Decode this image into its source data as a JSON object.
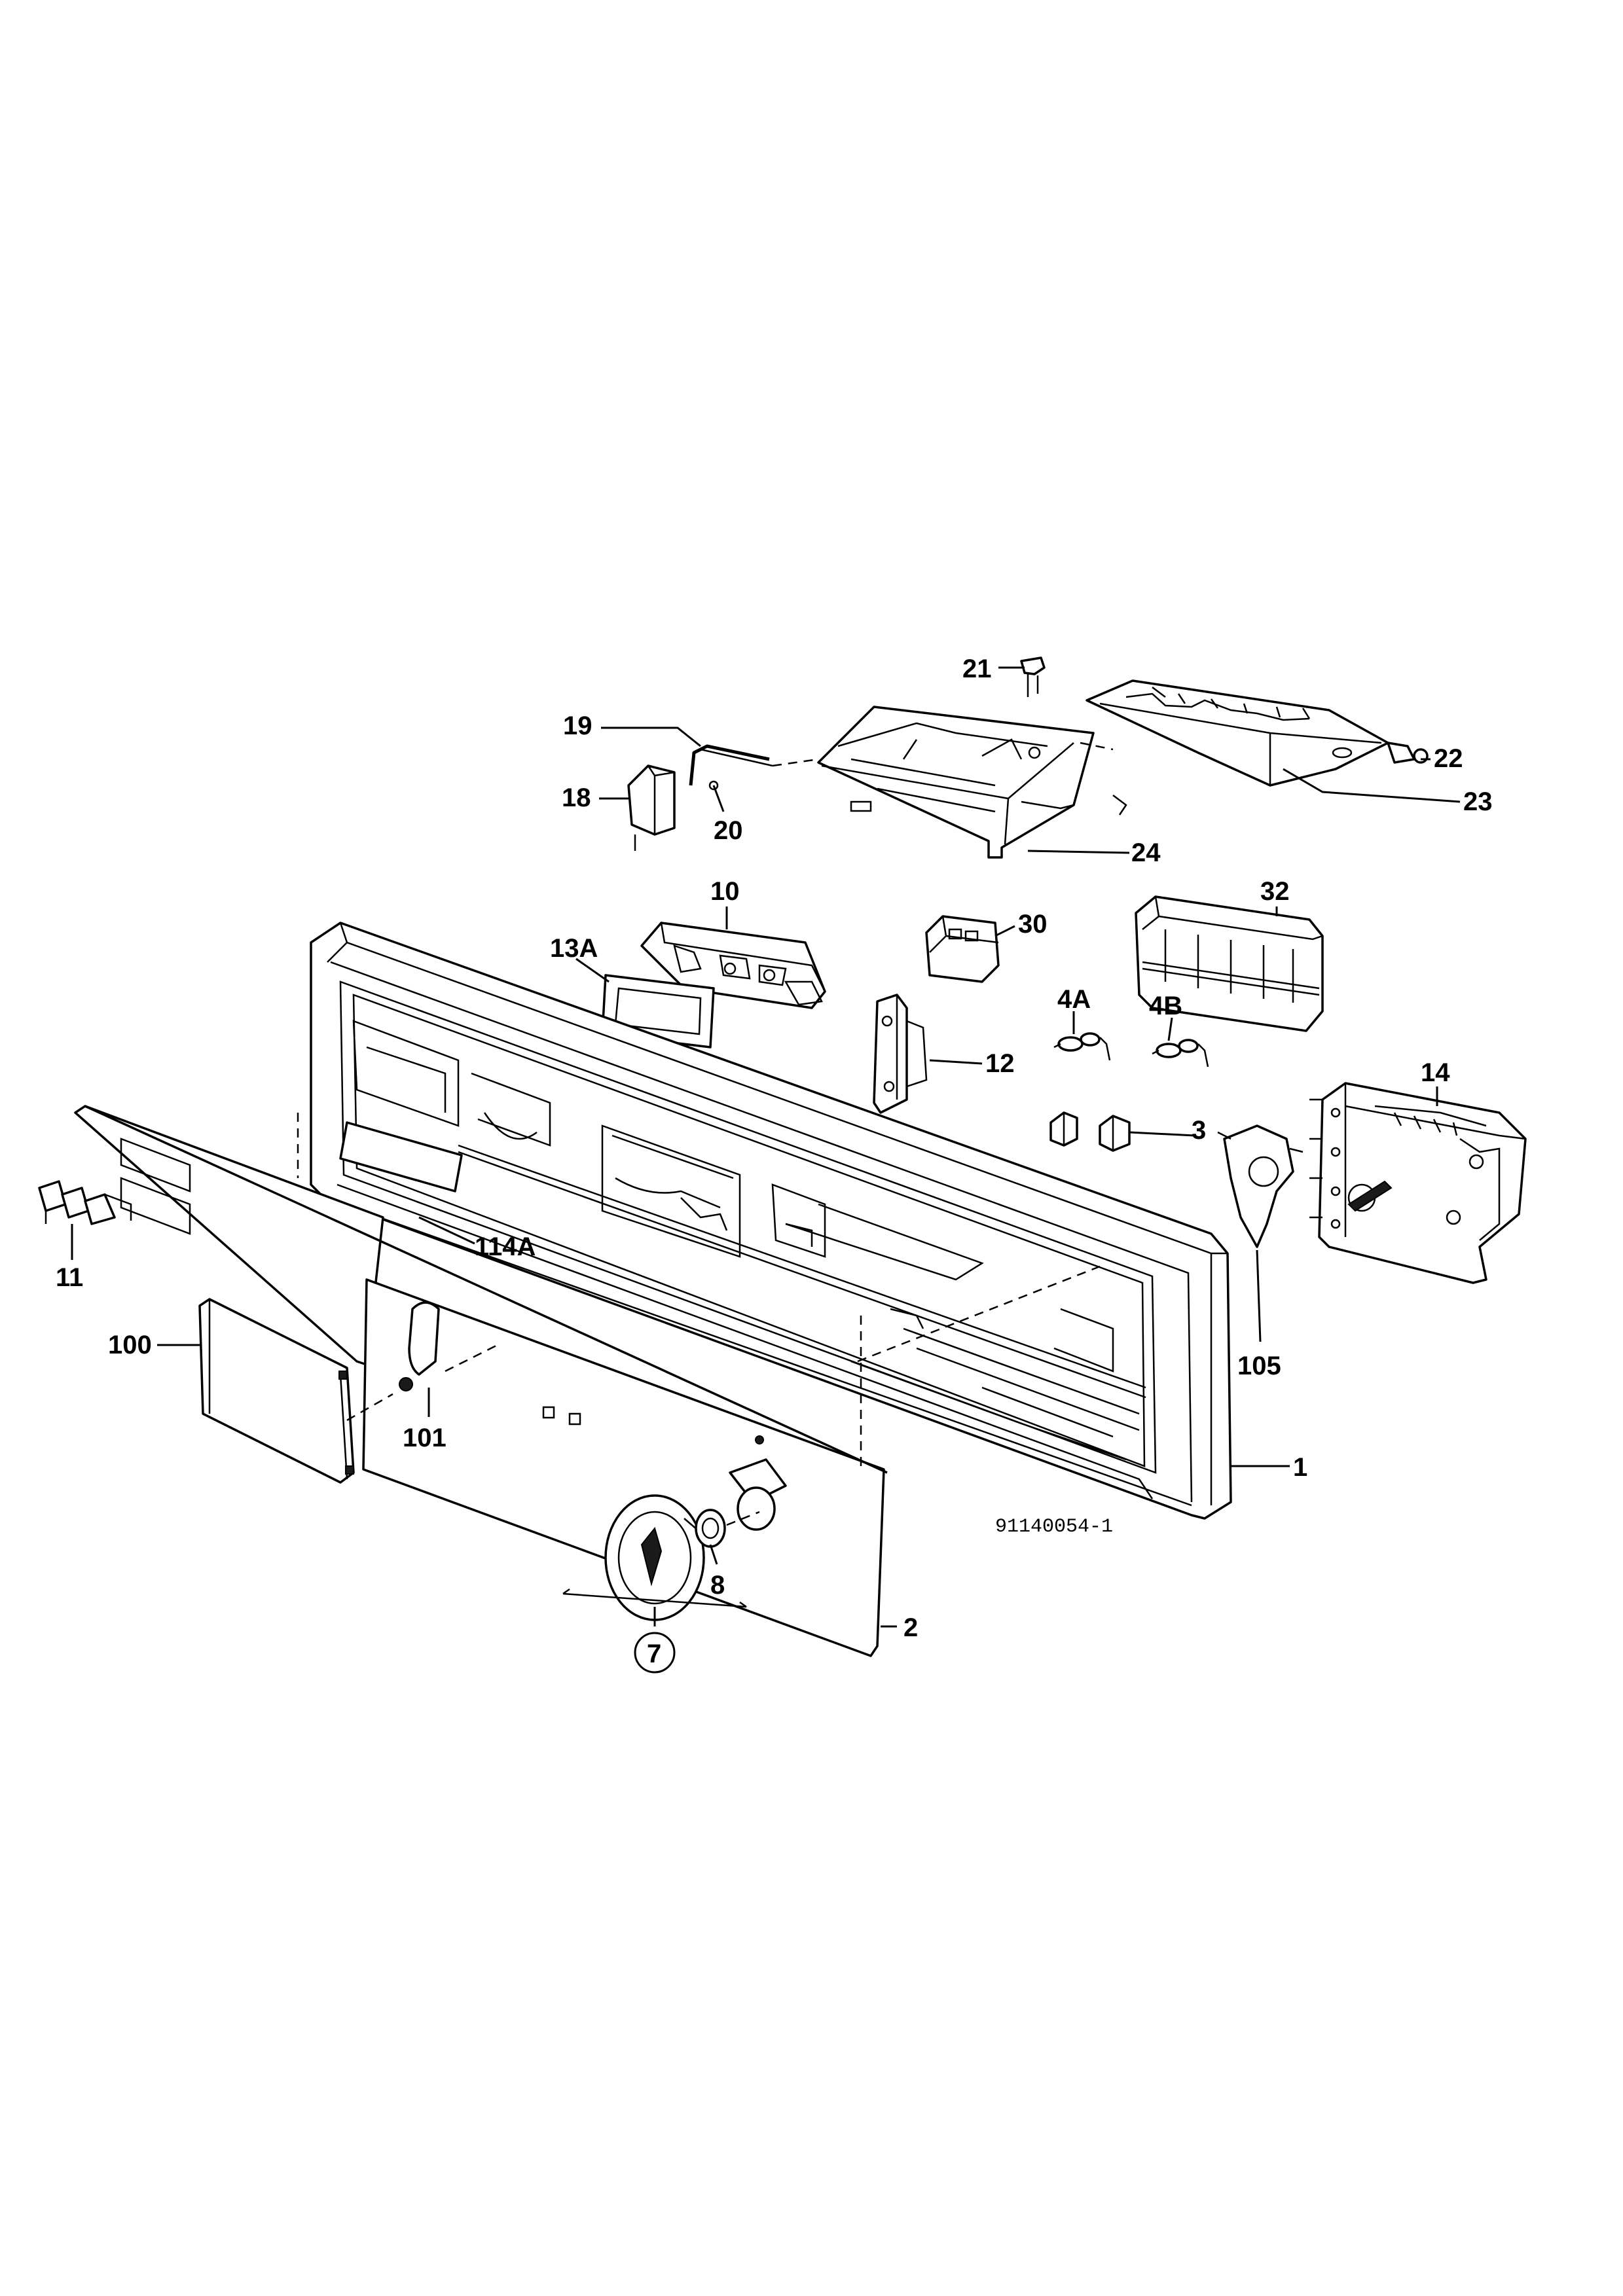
{
  "callouts": {
    "p21": "21",
    "p19": "19",
    "p18": "18",
    "p20": "20",
    "p22": "22",
    "p23": "23",
    "p24": "24",
    "p10": "10",
    "p30": "30",
    "p32": "32",
    "p13a": "13A",
    "p4a": "4A",
    "p4b": "4B",
    "p12": "12",
    "p14": "14",
    "p3": "3",
    "p114a": "114A",
    "p11": "11",
    "p105": "105",
    "p100": "100",
    "p101": "101",
    "p1": "1",
    "p8": "8",
    "p2": "2",
    "p7": "7"
  },
  "drawing_number": "91140054-1"
}
